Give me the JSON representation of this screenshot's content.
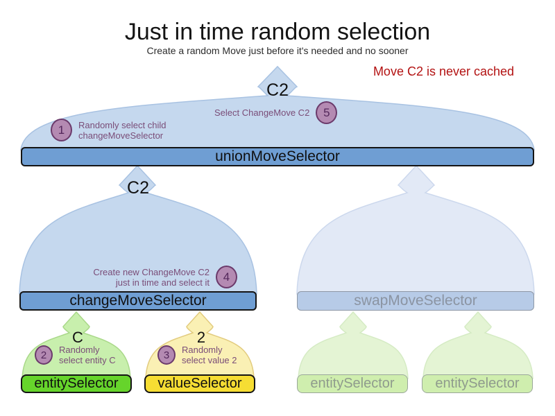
{
  "title": "Just in time random selection",
  "subtitle": "Create a random Move just before it's needed and no sooner",
  "annotation_note": "Move C2 is never cached",
  "flow_labels": {
    "union_output": "C2",
    "change_output": "C2",
    "entity_output": "C",
    "value_output": "2"
  },
  "selectors": {
    "union": {
      "label": "unionMoveSelector"
    },
    "change": {
      "label": "changeMoveSelector"
    },
    "swap": {
      "label": "swapMoveSelector"
    },
    "entity": {
      "label": "entitySelector"
    },
    "value": {
      "label": "valueSelector"
    },
    "swap_entity_left": {
      "label": "entitySelector"
    },
    "swap_entity_right": {
      "label": "entitySelector"
    }
  },
  "steps": [
    {
      "number": "1",
      "line1": "Randomly select child",
      "line2": "changeMoveSelector"
    },
    {
      "number": "2",
      "line1": "Randomly",
      "line2": "select entity C"
    },
    {
      "number": "3",
      "line1": "Randomly",
      "line2": "select value 2"
    },
    {
      "number": "4",
      "line1": "Create new ChangeMove C2",
      "line2": "just in time and select it"
    },
    {
      "number": "5",
      "line1": "Select ChangeMove C2"
    }
  ],
  "colors": {
    "note_red": "#b31212",
    "selector_blue": "#6f9ed3",
    "dome_blue": "#c5d8ee",
    "faded_selector_blue": "#b7cbe7",
    "faded_dome_blue": "#e2e9f6",
    "entity_green": "#66d42b",
    "dome_green": "#c8efad",
    "value_yellow": "#f6dd33",
    "dome_yellow": "#faf0b4",
    "faded_entity_green": "#cfeeae",
    "step_circle_purple": "#b48ab2",
    "step_circle_border": "#6b3a6b",
    "step_text_purple": "#7a4d78"
  }
}
